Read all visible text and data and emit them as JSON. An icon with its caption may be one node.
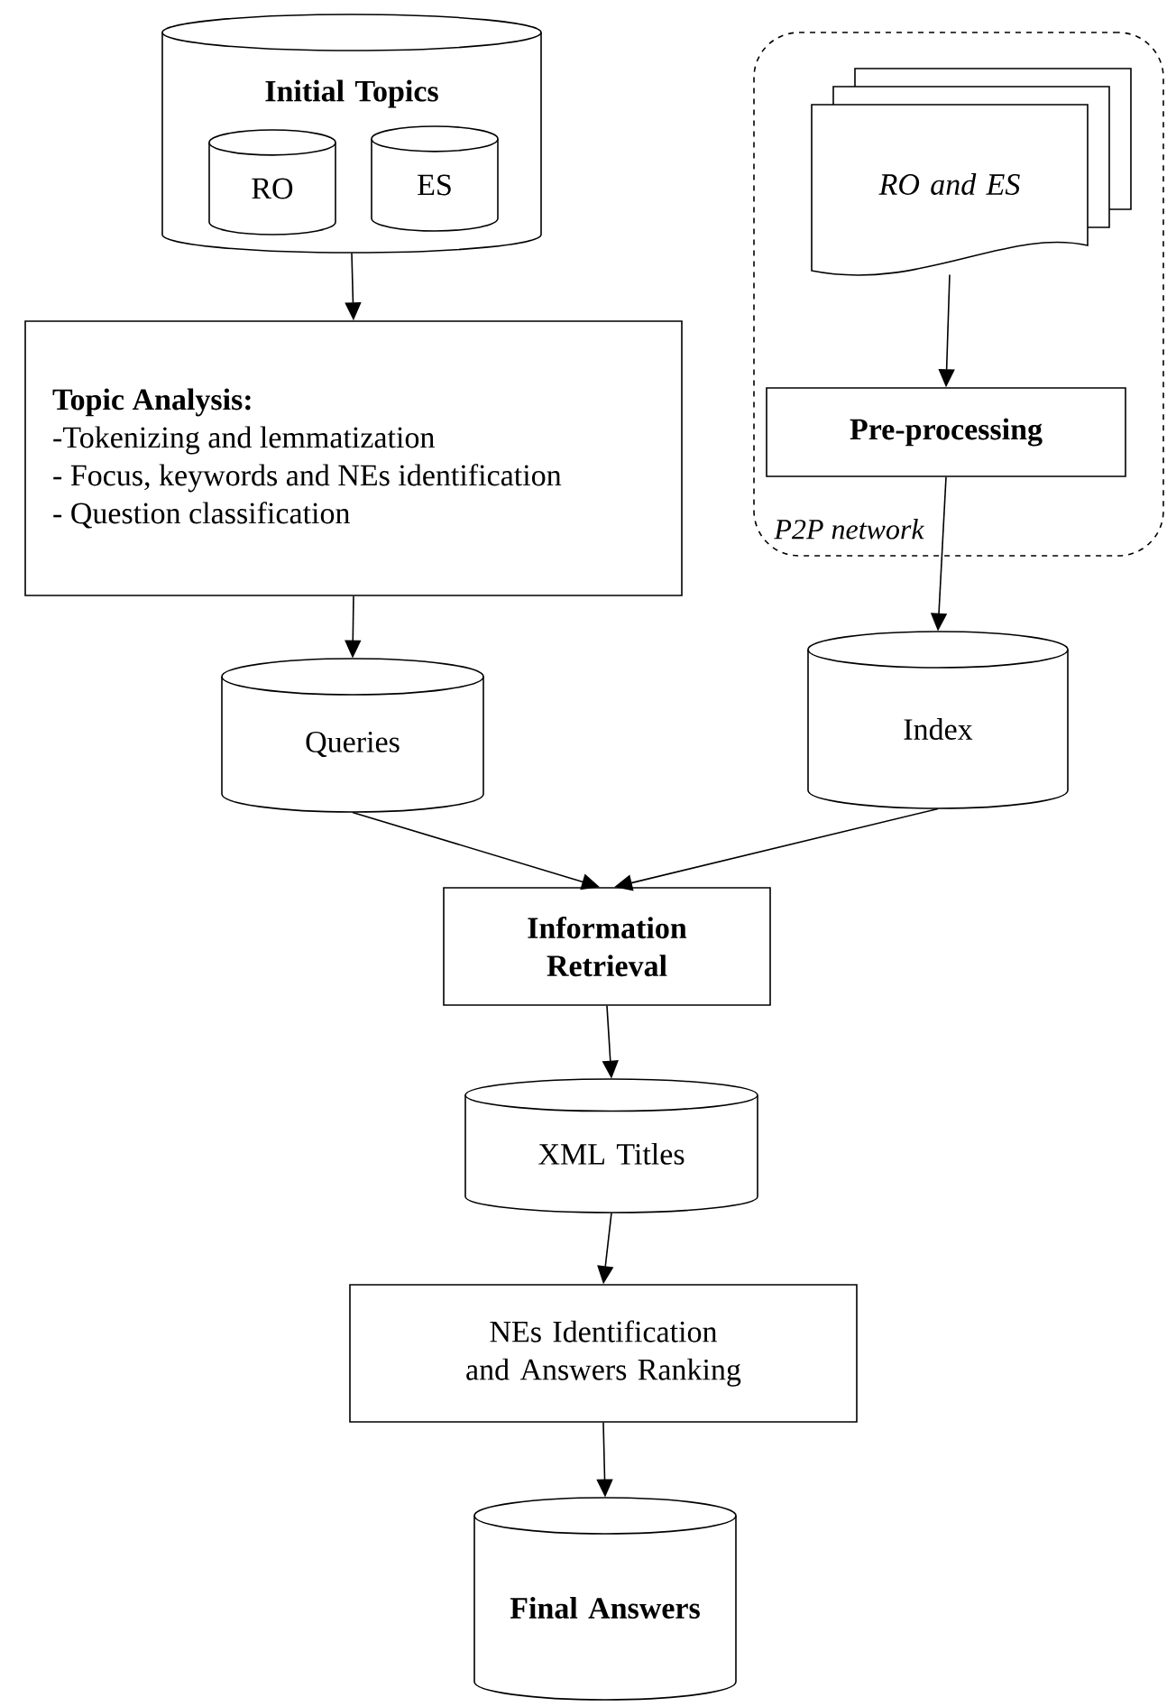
{
  "diagram": {
    "nodes": [
      {
        "text": [
          "Initial Topics"
        ]
      },
      {
        "text": [
          "RO"
        ],
        "in": 0
      },
      {
        "text": [
          "ES"
        ],
        "in": 0
      },
      {
        "text": [
          "Topic Analysis:",
          "-Tokenizing and lemmatization",
          "- Focus, keywords and NEs identification",
          "- Question classification"
        ]
      },
      {
        "text": [
          "P2P network"
        ]
      },
      {
        "text": [
          "RO and ES"
        ],
        "in": 4
      },
      {
        "text": [
          "Pre-processing"
        ],
        "in": 4
      },
      {
        "text": [
          "Queries"
        ]
      },
      {
        "text": [
          "Index"
        ]
      },
      {
        "text": [
          "Information Retrieval"
        ]
      },
      {
        "text": [
          "XML Titles"
        ]
      },
      {
        "text": [
          "NEs Identification and Answers Ranking"
        ]
      },
      {
        "text": [
          "Final Answers"
        ]
      }
    ],
    "edges": [
      {
        "from": 0,
        "to": 3,
        "arrow": "to"
      },
      {
        "from": 5,
        "to": 6,
        "arrow": "to"
      },
      {
        "from": 3,
        "to": 7,
        "arrow": "to"
      },
      {
        "from": 6,
        "to": 8,
        "arrow": "to"
      },
      {
        "from": 7,
        "to": 9,
        "arrow": "to"
      },
      {
        "from": 8,
        "to": 9,
        "arrow": "to"
      },
      {
        "from": 9,
        "to": 10,
        "arrow": "to"
      },
      {
        "from": 10,
        "to": 11,
        "arrow": "to"
      },
      {
        "from": 11,
        "to": 12,
        "arrow": "to"
      }
    ]
  }
}
